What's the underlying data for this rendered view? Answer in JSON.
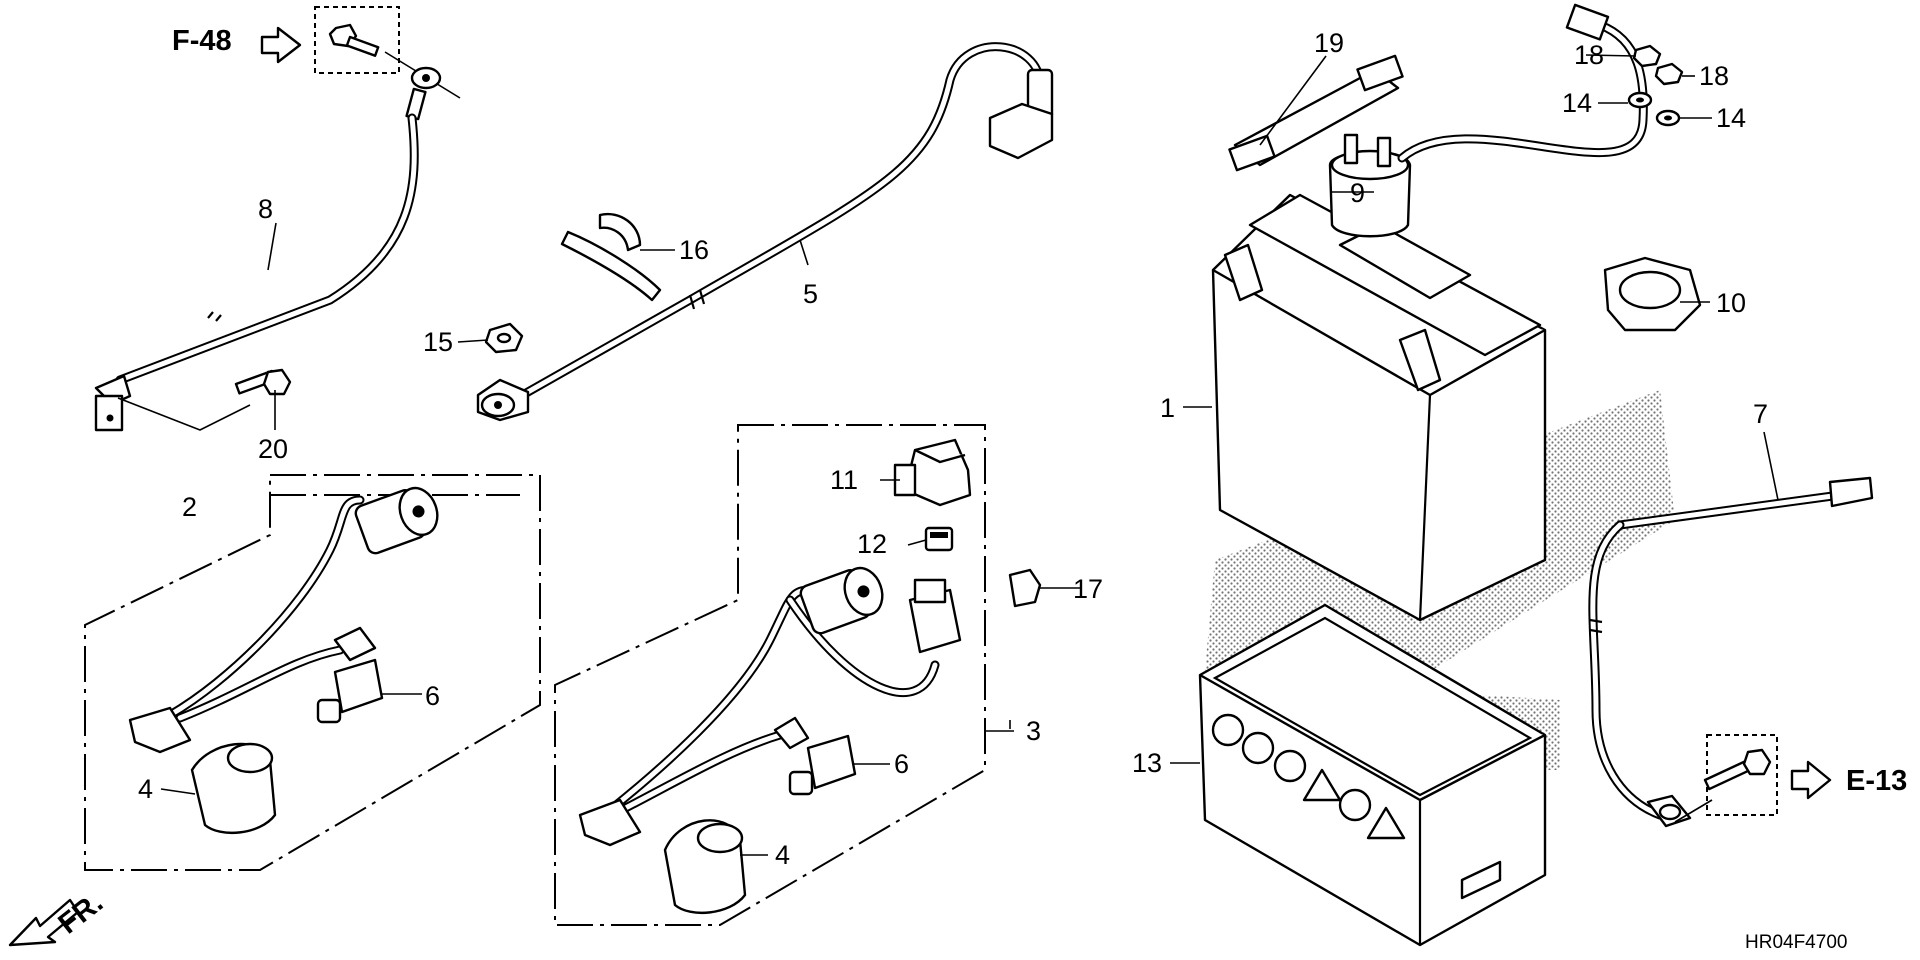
{
  "diagram_code": "HR04F4700",
  "front_label": "FR.",
  "references": {
    "top_left": "F-48",
    "right": "E-13"
  },
  "callouts": [
    {
      "id": "c1",
      "text": "1"
    },
    {
      "id": "c2",
      "text": "2"
    },
    {
      "id": "c3",
      "text": "3"
    },
    {
      "id": "c4a",
      "text": "4"
    },
    {
      "id": "c4b",
      "text": "4"
    },
    {
      "id": "c5",
      "text": "5"
    },
    {
      "id": "c6a",
      "text": "6"
    },
    {
      "id": "c6b",
      "text": "6"
    },
    {
      "id": "c7",
      "text": "7"
    },
    {
      "id": "c8",
      "text": "8"
    },
    {
      "id": "c9",
      "text": "9"
    },
    {
      "id": "c10",
      "text": "10"
    },
    {
      "id": "c11",
      "text": "11"
    },
    {
      "id": "c12",
      "text": "12"
    },
    {
      "id": "c13",
      "text": "13"
    },
    {
      "id": "c14a",
      "text": "14"
    },
    {
      "id": "c14b",
      "text": "14"
    },
    {
      "id": "c15",
      "text": "15"
    },
    {
      "id": "c16",
      "text": "16"
    },
    {
      "id": "c17",
      "text": "17"
    },
    {
      "id": "c18a",
      "text": "18"
    },
    {
      "id": "c18b",
      "text": "18"
    },
    {
      "id": "c19",
      "text": "19"
    },
    {
      "id": "c20",
      "text": "20"
    }
  ]
}
